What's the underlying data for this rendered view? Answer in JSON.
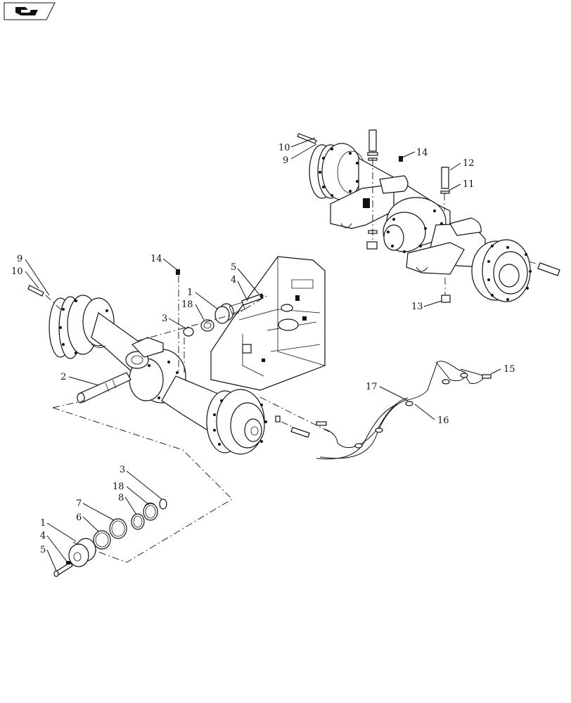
{
  "diagram": {
    "callouts": [
      {
        "id": "c10-top",
        "text": "10"
      },
      {
        "id": "c9-top",
        "text": "9"
      },
      {
        "id": "c14-top",
        "text": "14"
      },
      {
        "id": "c12",
        "text": "12"
      },
      {
        "id": "c11",
        "text": "11"
      },
      {
        "id": "c13",
        "text": "13"
      },
      {
        "id": "c9-left",
        "text": "9"
      },
      {
        "id": "c10-left",
        "text": "10"
      },
      {
        "id": "c14-mid",
        "text": "14"
      },
      {
        "id": "c5-mid",
        "text": "5"
      },
      {
        "id": "c4-mid",
        "text": "4"
      },
      {
        "id": "c1-mid",
        "text": "1"
      },
      {
        "id": "c18-mid",
        "text": "18"
      },
      {
        "id": "c3-mid",
        "text": "3"
      },
      {
        "id": "c2",
        "text": "2"
      },
      {
        "id": "c15",
        "text": "15"
      },
      {
        "id": "c17",
        "text": "17"
      },
      {
        "id": "c16",
        "text": "16"
      },
      {
        "id": "c3-low",
        "text": "3"
      },
      {
        "id": "c18-low",
        "text": "18"
      },
      {
        "id": "c8",
        "text": "8"
      },
      {
        "id": "c7",
        "text": "7"
      },
      {
        "id": "c6",
        "text": "6"
      },
      {
        "id": "c1-low",
        "text": "1"
      },
      {
        "id": "c4-low",
        "text": "4"
      },
      {
        "id": "c5-low",
        "text": "5"
      }
    ],
    "nav_icon": "page-navigation-arrow-icon"
  }
}
